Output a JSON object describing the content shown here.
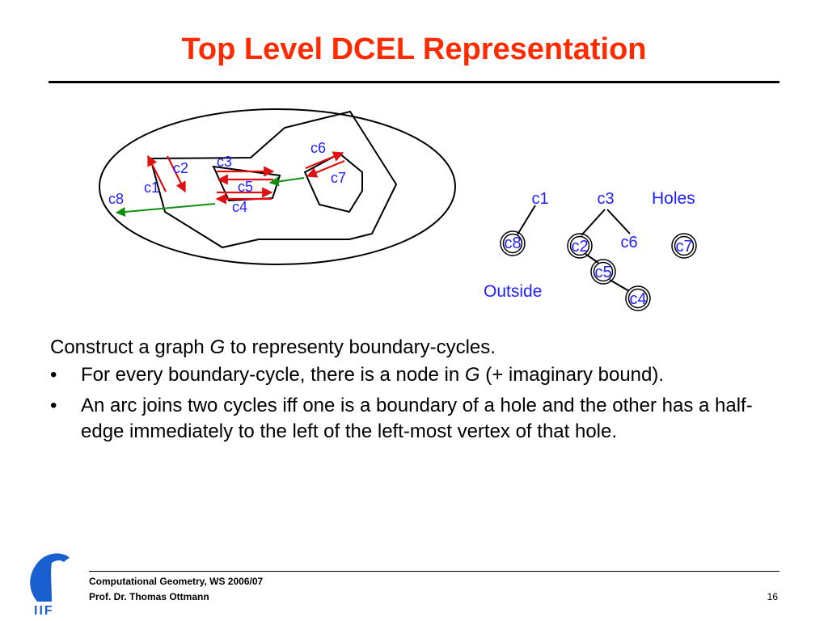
{
  "slide": {
    "title": "Top Level DCEL Representation",
    "intro": {
      "before": "Construct a graph ",
      "var": "G",
      "after": " to representy boundary-cycles."
    },
    "bullets": [
      {
        "before": "For every boundary-cycle, there is a node in ",
        "var": "G",
        "after": " (+ imaginary bound)."
      },
      {
        "before": "An arc joins two cycles iff one is a boundary of a hole and the other has a half-edge immediately to the left of the left-most vertex of that hole.",
        "var": "",
        "after": ""
      }
    ],
    "bullet_symbol": "•"
  },
  "diagram": {
    "cycle_labels": [
      "c1",
      "c2",
      "c3",
      "c4",
      "c5",
      "c6",
      "c7",
      "c8"
    ],
    "graph_nodes": [
      "c1",
      "c3",
      "c8",
      "c2",
      "c6",
      "c7",
      "c5",
      "c4"
    ],
    "holes_label": "Holes",
    "outside_label": "Outside"
  },
  "footer": {
    "line1": "Computational Geometry, WS 2006/07",
    "line2": "Prof. Dr. Thomas Ottmann",
    "page": "16",
    "logo_text": "IIF"
  },
  "colors": {
    "title": "#ff2a00",
    "label_blue": "#1f1fff",
    "half_edge_red": "#e01010",
    "arc_green": "#109010",
    "logo_blue": "#1a5fd0"
  }
}
